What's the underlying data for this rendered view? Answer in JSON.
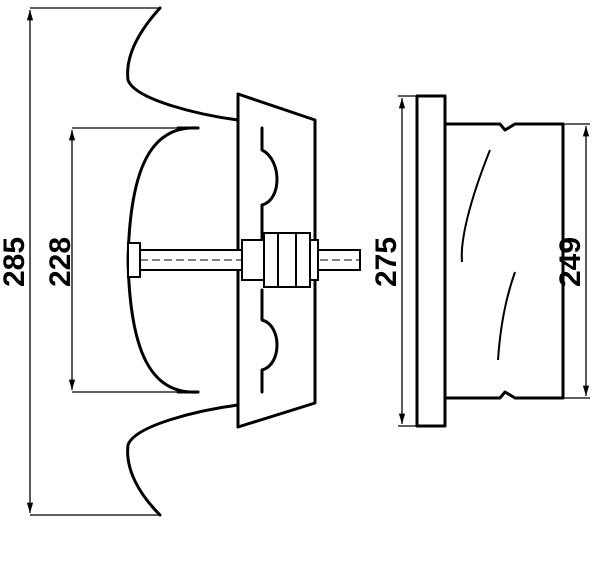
{
  "drawing": {
    "dimensions": {
      "total_height": "285",
      "inner_height": "228",
      "flange_height": "275",
      "body_height": "249"
    },
    "colors": {
      "line": "#000000",
      "background": "#ffffff"
    }
  }
}
